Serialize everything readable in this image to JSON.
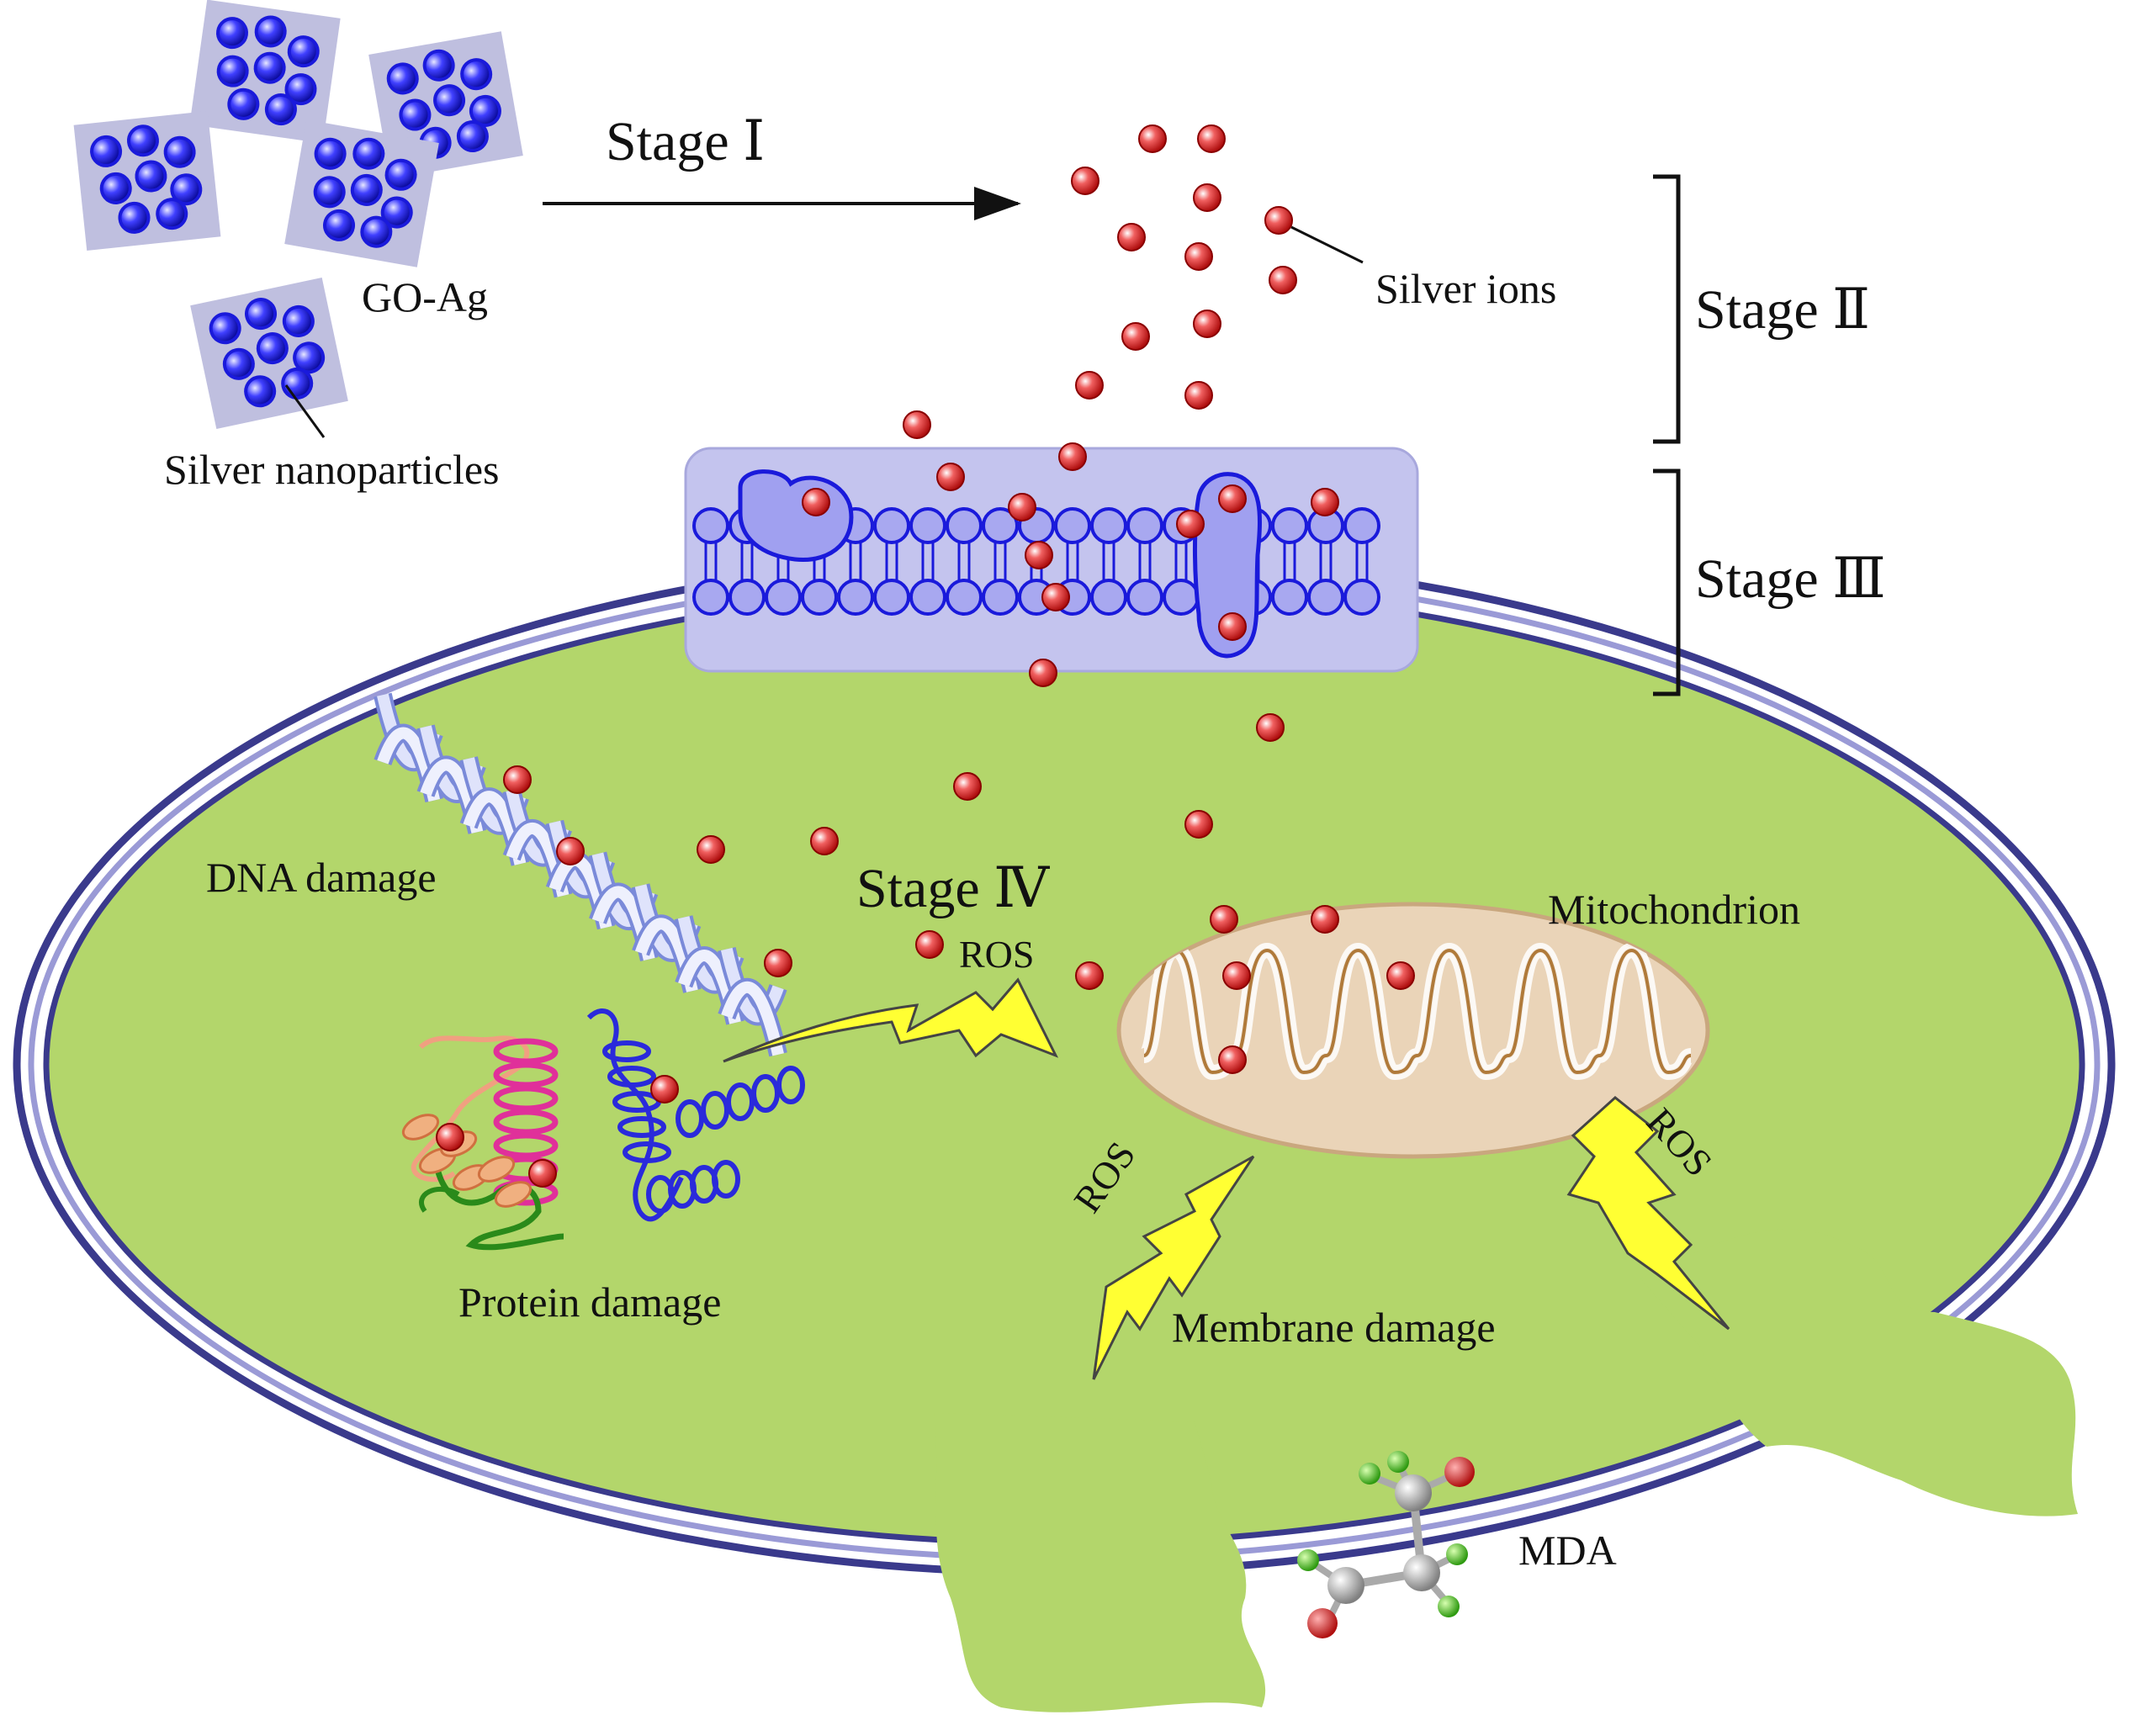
{
  "labels": {
    "stage1": "Stage Ⅰ",
    "stage2": "Stage Ⅱ",
    "stage3": "Stage Ⅲ",
    "stage4": "Stage Ⅳ",
    "go_ag": "GO-Ag",
    "silver_nanoparticles": "Silver nanoparticles",
    "silver_ions": "Silver ions",
    "dna_damage": "DNA damage",
    "protein_damage": "Protein damage",
    "mitochondrion": "Mitochondrion",
    "membrane_damage": "Membrane damage",
    "mda": "MDA",
    "ros_1": "ROS",
    "ros_2": "ROS",
    "ros_3": "ROS"
  },
  "colors": {
    "cell_fill": "#b3d66b",
    "membrane_line": "#3a3a8c",
    "membrane_inner": "#8c8cd9",
    "nanoparticle": "#1a1adb",
    "go_sheet": "#bfbfdf",
    "silver_ion": "#d42020",
    "lightning": "#ffff33",
    "mitochondrion_fill": "#ead4b8",
    "mitochondrion_line": "#b07a3a",
    "dna": "#c9cff2"
  }
}
